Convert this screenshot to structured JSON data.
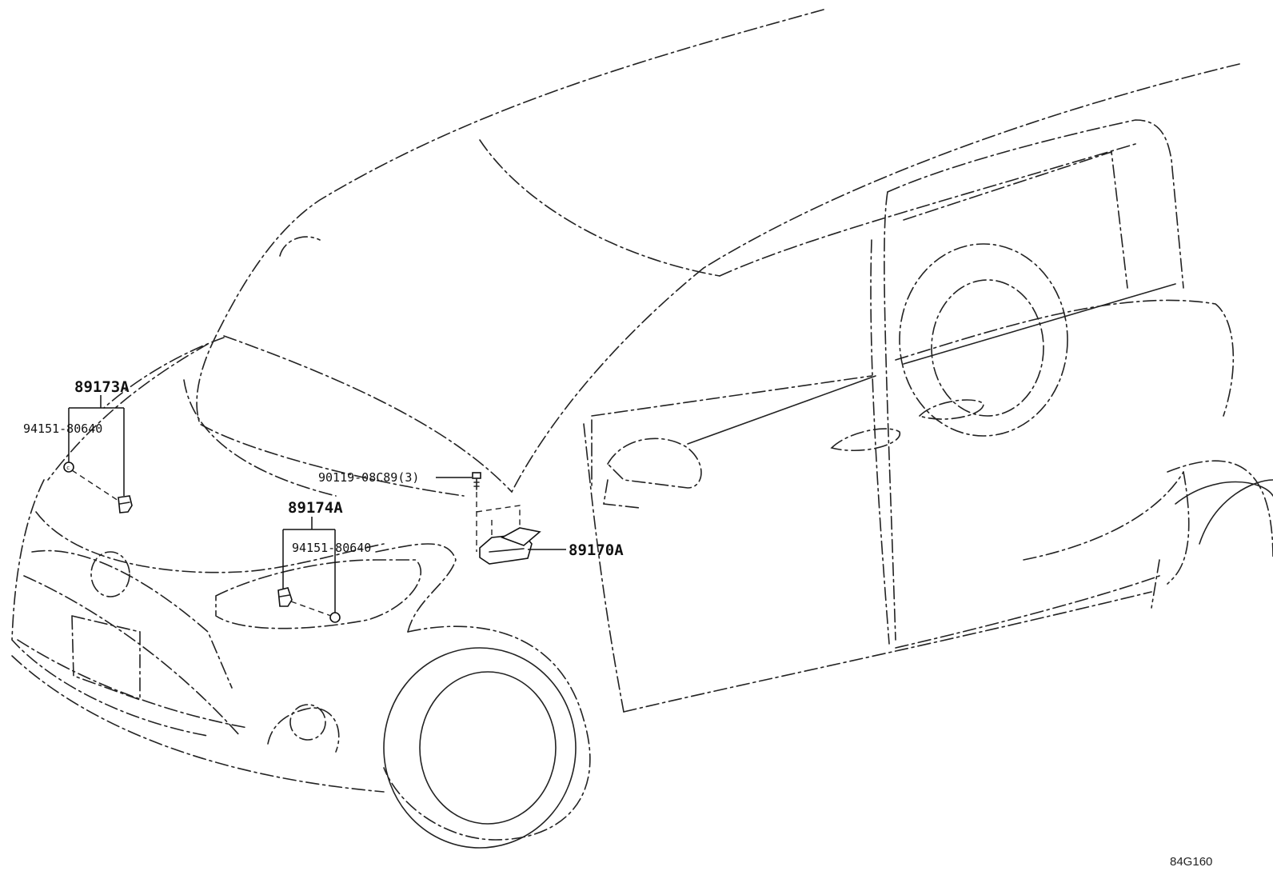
{
  "callouts": {
    "front_left_sensor_assy": "89173A",
    "front_left_clip": "94151-80640",
    "front_right_sensor_assy": "89174A",
    "front_right_clip": "94151-80640",
    "center_bolt": "90119-08C89(3)",
    "airbag_ecu": "89170A"
  },
  "drawing_code": "84G160",
  "icons": {
    "front_left_sensor": "crash-sensor-icon",
    "front_right_sensor": "crash-sensor-icon",
    "clip": "clip-icon",
    "bolt": "bolt-icon",
    "ecu": "airbag-ecu-icon"
  }
}
